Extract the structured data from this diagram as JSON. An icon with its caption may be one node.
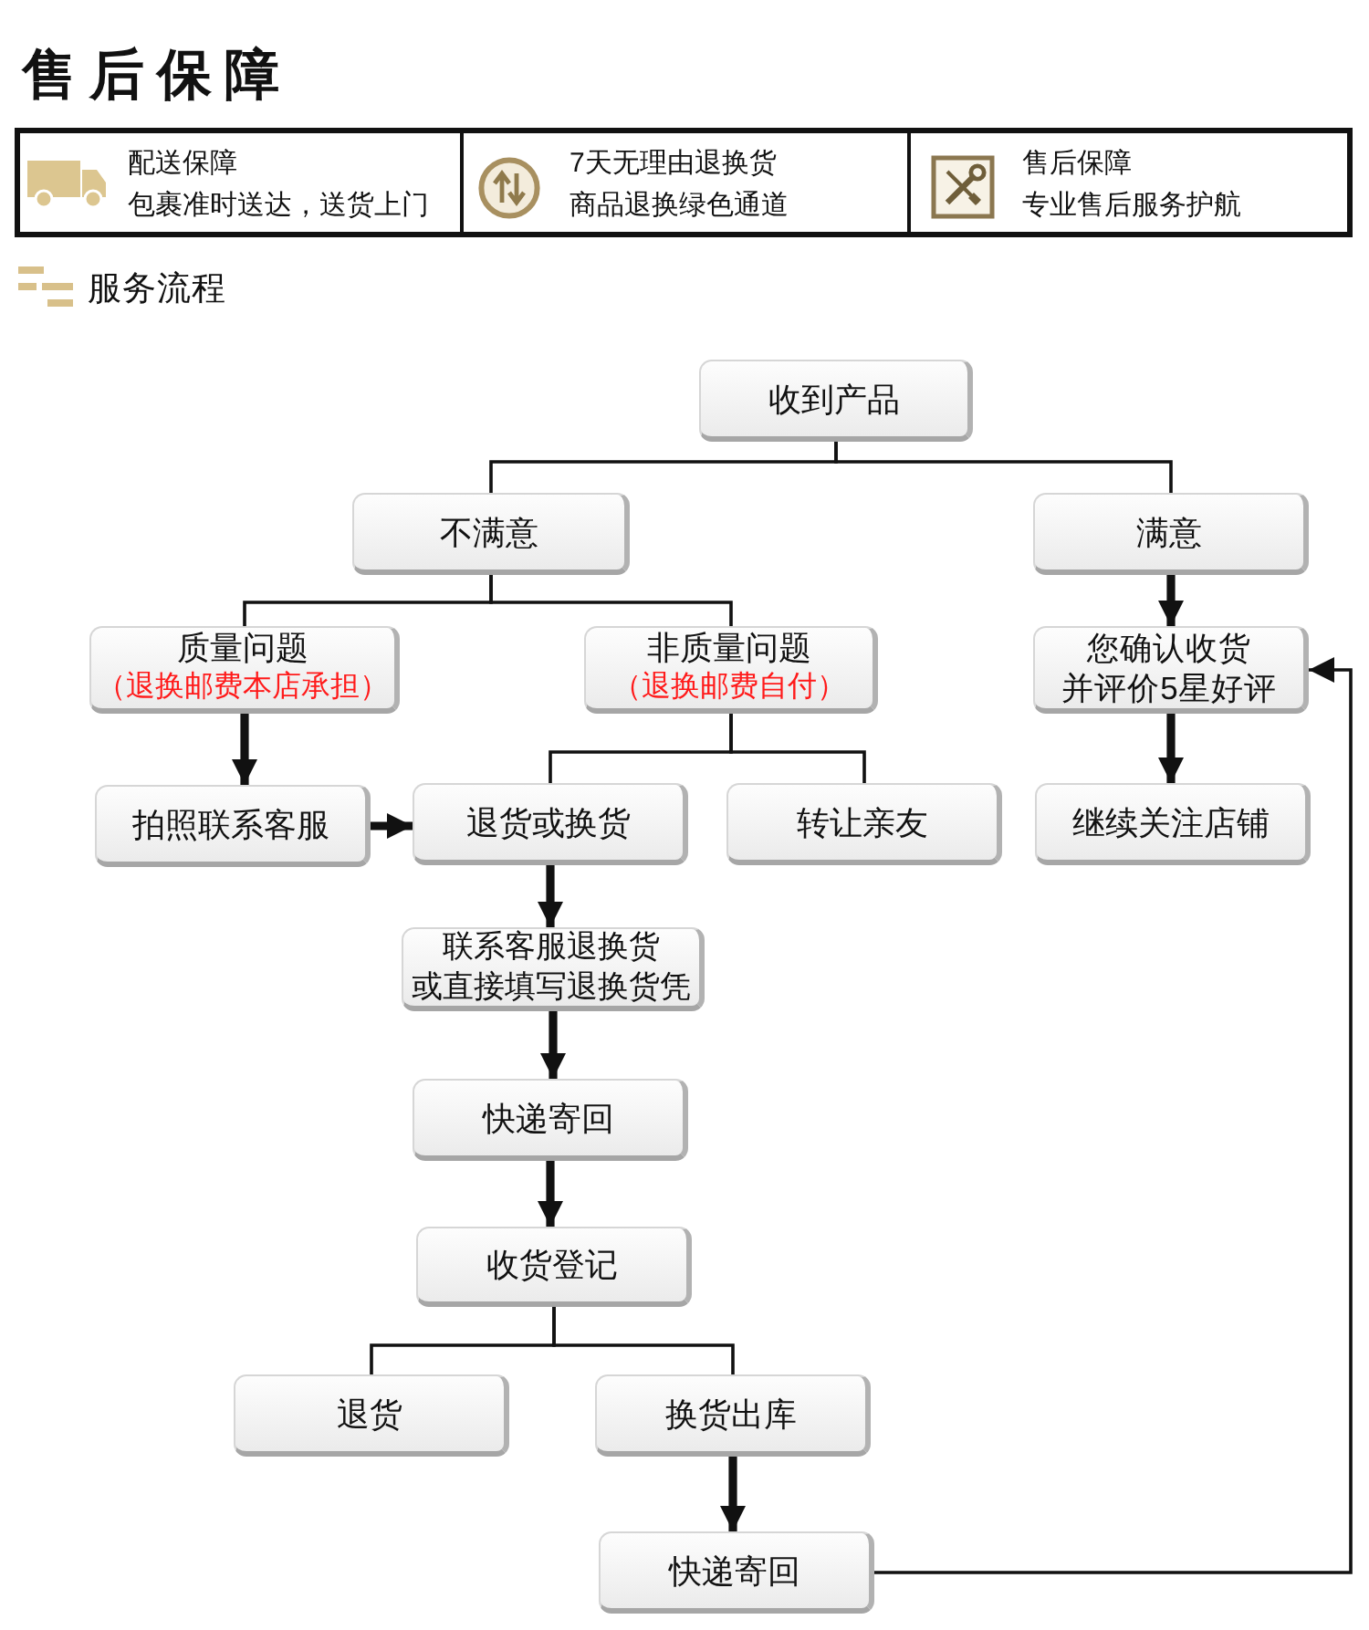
{
  "diagram": {
    "title": "售后保障",
    "nodes": [
      {
        "text": [
          "配送保障",
          "包裹准时送达，送货上门"
        ]
      },
      {
        "text": [
          "7天无理由退换货",
          "商品退换绿色通道"
        ]
      },
      {
        "text": [
          "售后保障",
          "专业售后服务护航"
        ]
      },
      {
        "text": [
          "收到产品"
        ]
      },
      {
        "text": [
          "不满意"
        ]
      },
      {
        "text": [
          "满意"
        ]
      },
      {
        "text": [
          "质量问题",
          "（退换邮费本店承担）"
        ]
      },
      {
        "text": [
          "非质量问题",
          "（退换邮费自付）"
        ]
      },
      {
        "text": [
          "您确认收货并评价5星好评"
        ]
      },
      {
        "text": [
          "拍照联系客服"
        ]
      },
      {
        "text": [
          "退货或换货"
        ]
      },
      {
        "text": [
          "转让亲友"
        ]
      },
      {
        "text": [
          "继续关注店铺"
        ]
      },
      {
        "text": [
          "联系客服退换货或直接填写退换货凭"
        ]
      },
      {
        "text": [
          "快递寄回"
        ]
      },
      {
        "text": [
          "收货登记"
        ]
      },
      {
        "text": [
          "退货"
        ]
      },
      {
        "text": [
          "换货出库"
        ]
      },
      {
        "text": [
          "快递寄回"
        ]
      }
    ],
    "edges": [
      {
        "from": 3,
        "to": 4,
        "arrow": "none"
      },
      {
        "from": 3,
        "to": 5,
        "arrow": "none"
      },
      {
        "from": 4,
        "to": 6,
        "arrow": "none"
      },
      {
        "from": 4,
        "to": 7,
        "arrow": "none"
      },
      {
        "from": 5,
        "to": 8,
        "arrow": "to",
        "style": "thick"
      },
      {
        "from": 6,
        "to": 9,
        "arrow": "to",
        "style": "thick"
      },
      {
        "from": 7,
        "to": 10,
        "arrow": "none"
      },
      {
        "from": 7,
        "to": 11,
        "arrow": "none"
      },
      {
        "from": 8,
        "to": 12,
        "arrow": "to",
        "style": "thick"
      },
      {
        "from": 9,
        "to": 10,
        "arrow": "to",
        "style": "thick"
      },
      {
        "from": 10,
        "to": 13,
        "arrow": "to",
        "style": "thick"
      },
      {
        "from": 13,
        "to": 14,
        "arrow": "to",
        "style": "thick"
      },
      {
        "from": 14,
        "to": 15,
        "arrow": "to",
        "style": "thick"
      },
      {
        "from": 15,
        "to": 16,
        "arrow": "none"
      },
      {
        "from": 15,
        "to": 17,
        "arrow": "none"
      },
      {
        "from": 17,
        "to": 18,
        "arrow": "to",
        "style": "thick"
      },
      {
        "from": 18,
        "to": 8,
        "arrow": "to"
      }
    ],
    "labels": [
      "服务流程"
    ]
  }
}
